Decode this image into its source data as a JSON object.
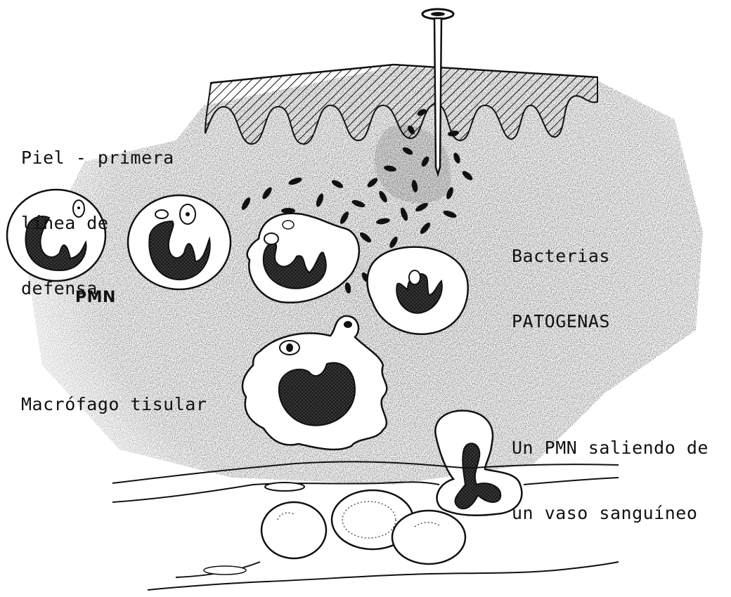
{
  "labels": {
    "skin_line1": "Piel - primera",
    "skin_line2": "línea de",
    "skin_line3": "defensa",
    "bacteria_line1": "Bacterias",
    "bacteria_line2": "PATOGENAS",
    "pmn": "PMN",
    "macrophage": "Macrófago tisular",
    "pmn_vessel_line1": "Un PMN saliendo de",
    "pmn_vessel_line2": "un vaso sanguíneo"
  },
  "colors": {
    "ink": "#111111",
    "stipple": "#2b2b2b",
    "paper": "#ffffff",
    "nucleus": "#2a2a2a"
  },
  "icons": {
    "needle": "pin-icon"
  }
}
